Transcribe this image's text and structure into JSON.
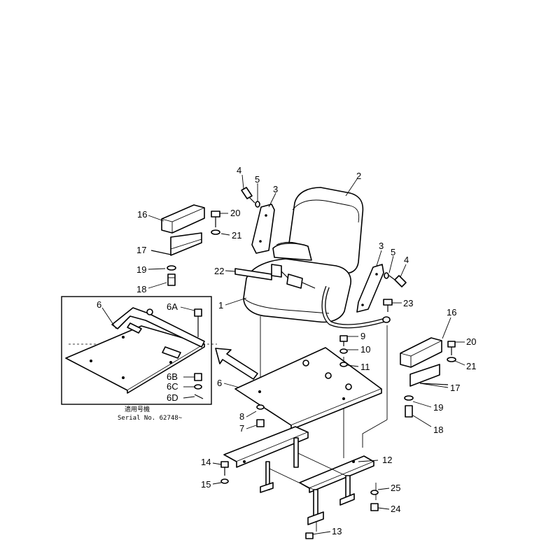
{
  "diagram": {
    "callouts": {
      "p1": "1",
      "p2": "2",
      "p3a": "3",
      "p3b": "3",
      "p4a": "4",
      "p4b": "4",
      "p5a": "5",
      "p5b": "5",
      "p6a": "6",
      "p6b": "6",
      "p6A": "6A",
      "p6B": "6B",
      "p6C": "6C",
      "p6D": "6D",
      "p7": "7",
      "p8": "8",
      "p9": "9",
      "p10": "10",
      "p11": "11",
      "p12": "12",
      "p13": "13",
      "p14": "14",
      "p15": "15",
      "p16a": "16",
      "p16b": "16",
      "p17a": "17",
      "p17b": "17",
      "p18a": "18",
      "p18b": "18",
      "p19a": "19",
      "p19b": "19",
      "p20a": "20",
      "p20b": "20",
      "p21a": "21",
      "p21b": "21",
      "p22": "22",
      "p23": "23",
      "p24": "24",
      "p25": "25"
    },
    "inset": {
      "caption_jp": "適用号機",
      "caption_serial": "Serial No. 62748~"
    }
  }
}
